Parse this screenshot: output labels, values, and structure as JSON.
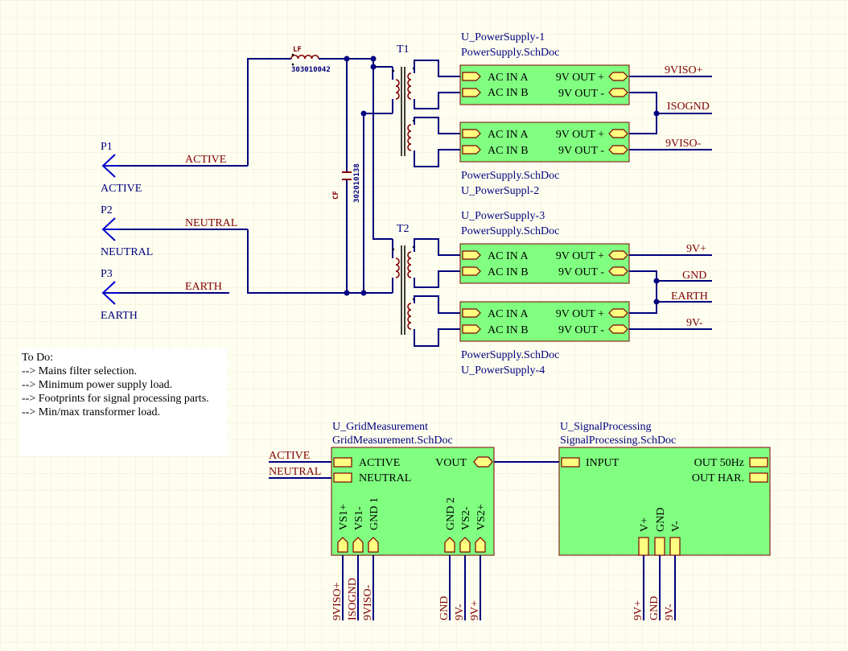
{
  "ports": {
    "p1": {
      "designator": "P1",
      "name": "ACTIVE",
      "net": "ACTIVE"
    },
    "p2": {
      "designator": "P2",
      "name": "NEUTRAL",
      "net": "NEUTRAL"
    },
    "p3": {
      "designator": "P3",
      "name": "EARTH",
      "net": "EARTH"
    }
  },
  "filter": {
    "inductor_label": "LF",
    "inductor_part": "303010042",
    "cap_label": "CF",
    "cap_part": "302010138"
  },
  "transformers": {
    "t1": "T1",
    "t2": "T2"
  },
  "power_supplies": [
    {
      "top_label": "U_PowerSupply-1",
      "top_file": "PowerSupply.SchDoc"
    },
    {
      "bottom_file": "PowerSupply.SchDoc",
      "bottom_label": "U_PowerSuppl-2"
    },
    {
      "top_label": "U_PowerSupply-3",
      "top_file": "PowerSupply.SchDoc"
    },
    {
      "bottom_file": "PowerSupply.SchDoc",
      "bottom_label": "U_PowerSupply-4"
    }
  ],
  "ps_pins": {
    "ac_a": "AC IN A",
    "ac_b": "AC IN B",
    "out_p": "9V OUT +",
    "out_m": "9V OUT -"
  },
  "iso_nets": {
    "plus": "9VISO+",
    "gnd": "ISOGND",
    "minus": "9VISO-"
  },
  "main_nets": {
    "plus": "9V+",
    "gnd": "GND",
    "earth": "EARTH",
    "minus": "9V-"
  },
  "todo": {
    "title": "To Do:",
    "items": [
      "--> Mains filter selection.",
      "--> Minimum power supply load.",
      "--> Footprints for signal processing parts.",
      "--> Min/max transformer load."
    ]
  },
  "grid": {
    "designator": "U_GridMeasurement",
    "file": "GridMeasurement.SchDoc",
    "pins": {
      "active": "ACTIVE",
      "neutral": "NEUTRAL",
      "vout": "VOUT",
      "vs1p": "VS1+",
      "vs1m": "VS1-",
      "gnd1": "GND 1",
      "gnd2": "GND 2",
      "vs2m": "VS2-",
      "vs2p": "VS2+"
    },
    "nets_in": {
      "active": "ACTIVE",
      "neutral": "NEUTRAL"
    },
    "nets_bottom": [
      "9VISO+",
      "ISOGND",
      "9VISO-",
      "GND",
      "9V-",
      "9V+"
    ]
  },
  "signal": {
    "designator": "U_SignalProcessing",
    "file": "SignalProcessing.SchDoc",
    "pins": {
      "input": "INPUT",
      "out50": "OUT 50Hz",
      "outhar": "OUT HAR.",
      "vp": "V+",
      "gnd": "GND",
      "vm": "V-"
    },
    "nets_bottom": [
      "9V+",
      "GND",
      "9V-"
    ]
  }
}
